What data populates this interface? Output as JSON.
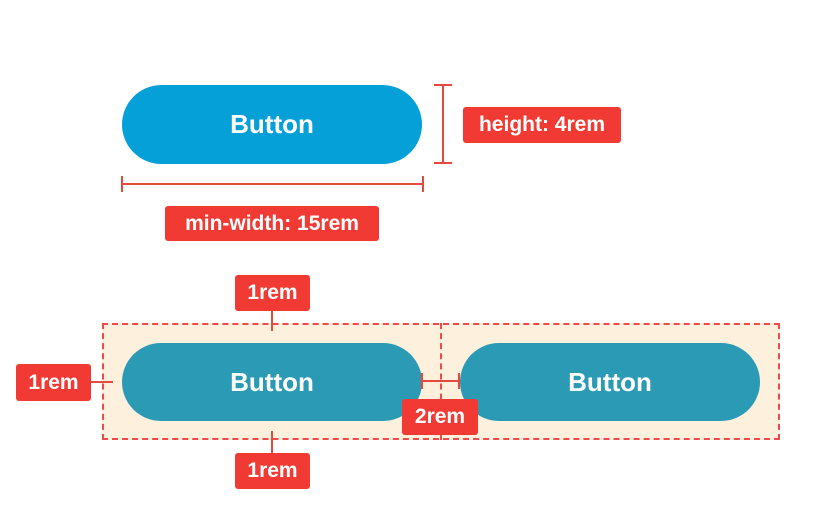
{
  "primary_button": {
    "label": "Button",
    "color": "#06a0d9"
  },
  "measurements": {
    "height_label": "height: 4rem",
    "min_width_label": "min-width: 15rem"
  },
  "group": {
    "buttons": [
      {
        "label": "Button",
        "color": "#2a9ab5"
      },
      {
        "label": "Button",
        "color": "#2a9ab5"
      }
    ],
    "padding_top_label": "1rem",
    "padding_left_label": "1rem",
    "padding_bottom_label": "1rem",
    "gap_label": "2rem",
    "zone_color": "#fdf0dc"
  },
  "accent_color": "#f23a35"
}
